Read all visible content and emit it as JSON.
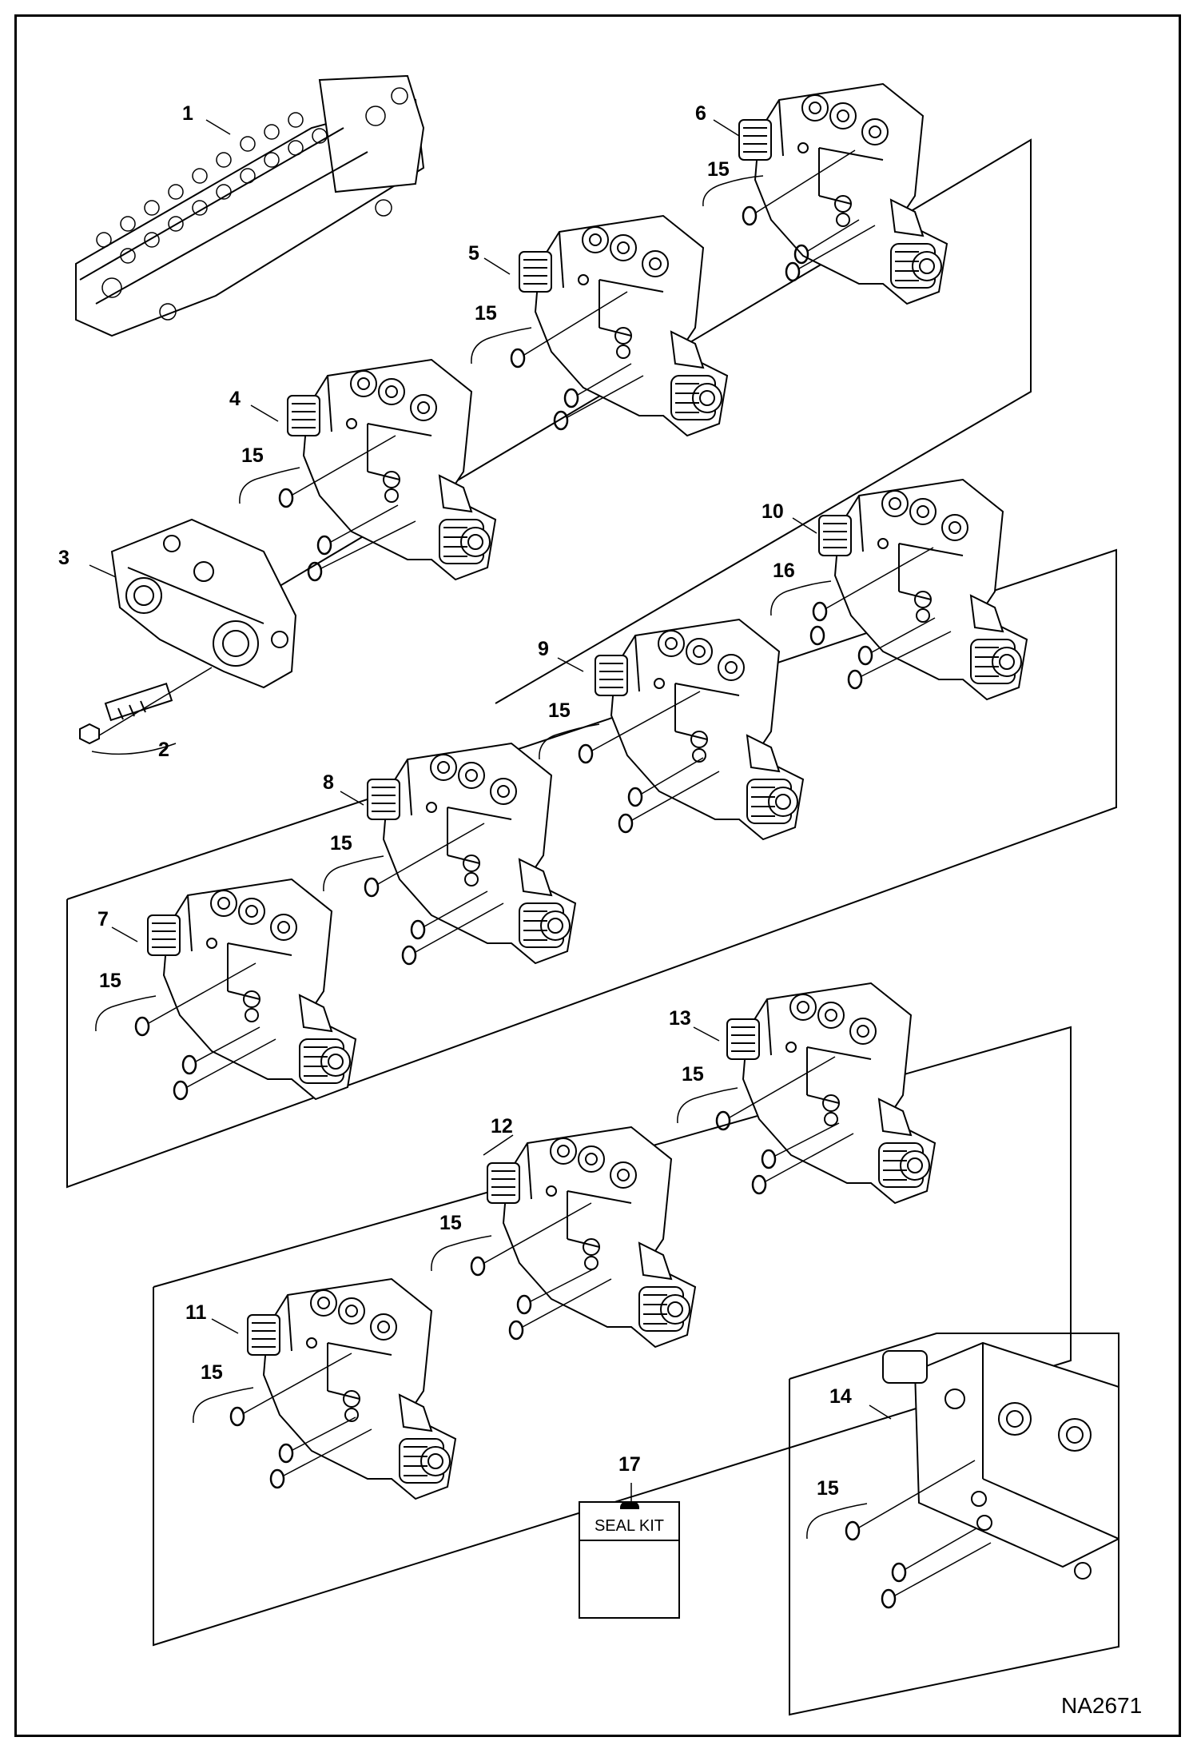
{
  "callouts": {
    "c1": "1",
    "c2": "2",
    "c3": "3",
    "c4": "4",
    "c5": "5",
    "c6": "6",
    "c7": "7",
    "c8": "8",
    "c9": "9",
    "c10": "10",
    "c11": "11",
    "c12": "12",
    "c13": "13",
    "c14": "14",
    "c16": "16",
    "c17": "17",
    "seal15": "15"
  },
  "seal_kit_label": "SEAL KIT",
  "figure_id": "NA2671",
  "colors": {
    "line": "#000000",
    "background": "#ffffff"
  }
}
